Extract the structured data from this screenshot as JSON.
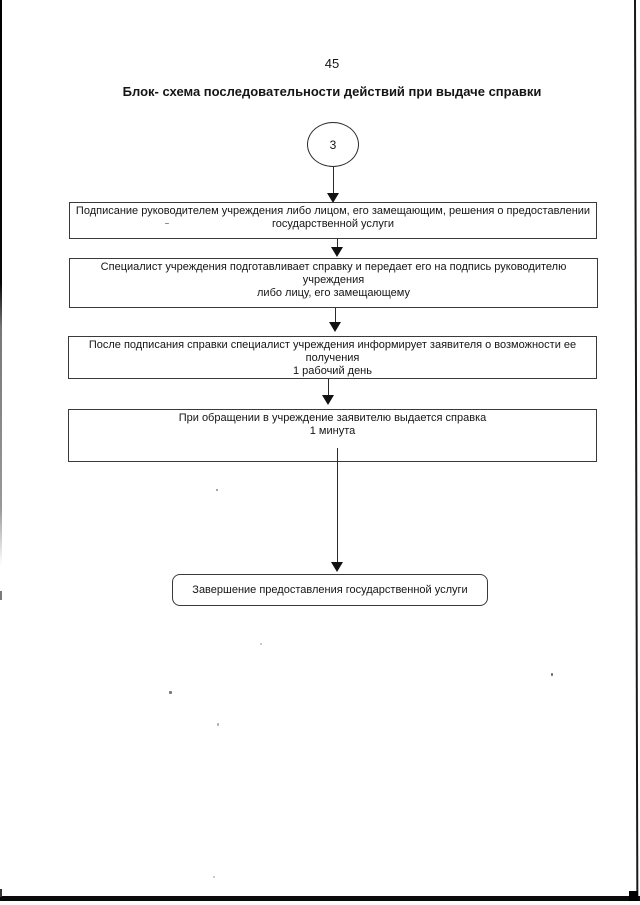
{
  "page": {
    "number": "45",
    "title": "Блок- схема последовательности действий при выдаче справки"
  },
  "flowchart": {
    "connector": {
      "label": "3"
    },
    "boxes": [
      {
        "id": "sign-decision",
        "lines": [
          "Подписание руководителем учреждения либо лицом, его замещающим, решения о предоставлении",
          "государственной услуги"
        ]
      },
      {
        "id": "prepare-certificate",
        "lines": [
          "Специалист учреждения подготавливает справку и передает его на подпись руководителю учреждения",
          "либо лицу, его замещающему"
        ]
      },
      {
        "id": "inform-applicant",
        "lines": [
          "После подписания справки специалист учреждения информирует заявителя о возможности ее получения",
          "1 рабочий день"
        ]
      },
      {
        "id": "issue-certificate",
        "lines": [
          "При обращении в учреждение заявителю выдается справка",
          "1 минута"
        ]
      }
    ],
    "end": {
      "label": "Завершение предоставления государственной услуги"
    }
  },
  "colors": {
    "paper": "#ffffff",
    "ink": "#151515",
    "line": "#2b2b2b"
  }
}
